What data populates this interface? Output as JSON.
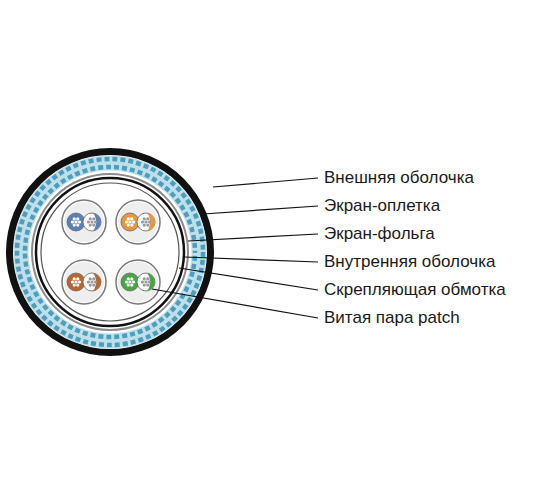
{
  "diagram": {
    "labels": [
      "Внешняя оболочка",
      "Экран-оплетка",
      "Экран-фольга",
      "Внутренняя оболочка",
      "Скрепляющая обмотка",
      "Витая пара patch"
    ]
  }
}
